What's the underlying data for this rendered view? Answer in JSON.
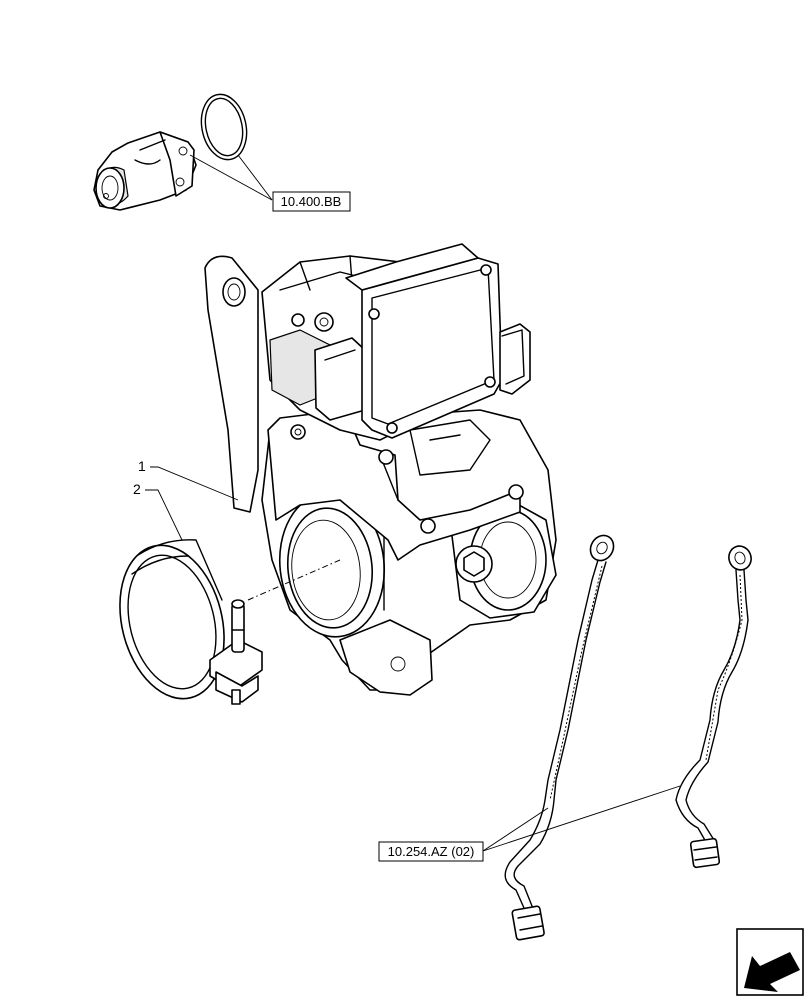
{
  "references": {
    "thermostat_ref": "10.400.BB",
    "pipes_ref": "10.254.AZ (02)"
  },
  "callouts": {
    "item_1": "1",
    "item_2": "2"
  },
  "icons": {
    "navigation": "back-arrow-icon"
  }
}
